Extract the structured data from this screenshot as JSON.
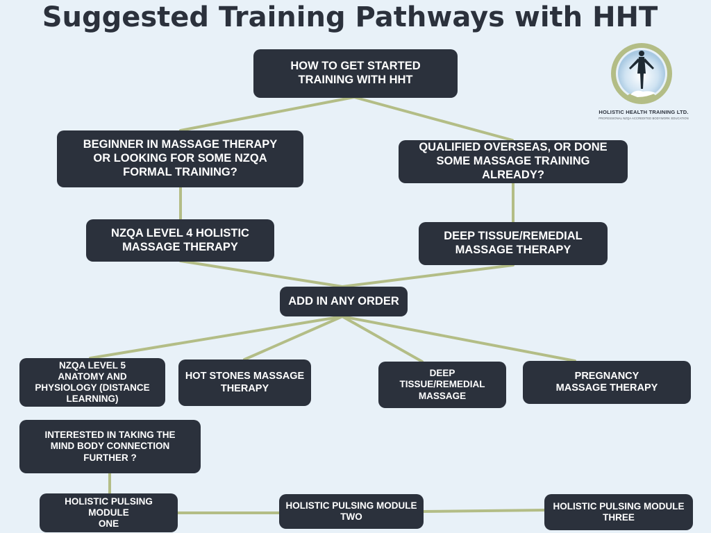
{
  "title": "Suggested Training Pathways with HHT",
  "logo": {
    "name": "HOLISTIC HEALTH TRAINING LTD.",
    "tagline": "PROFESSIONAL NZQA ACCREDITED BODYWORK EDUCATION"
  },
  "colors": {
    "background": "#e8f1f8",
    "box": "#2b313c",
    "connector": "#b3bd86",
    "logo_ring": "#b3bd86"
  },
  "nodes": {
    "start": "HOW TO GET STARTED\nTRAINING WITH HHT",
    "beginner": "BEGINNER IN MASSAGE THERAPY\nOR LOOKING FOR SOME NZQA\nFORMAL TRAINING?",
    "qualified": "QUALIFIED OVERSEAS, OR DONE\nSOME MASSAGE TRAINING ALREADY?",
    "level4": "NZQA LEVEL 4 HOLISTIC\nMASSAGE THERAPY",
    "deep_tissue_remedial": "DEEP TISSUE/REMEDIAL\nMASSAGE THERAPY",
    "add_any_order": "ADD IN ANY ORDER",
    "level5": "NZQA LEVEL 5\nANATOMY AND\nPHYSIOLOGY (DISTANCE\nLEARNING)",
    "hot_stones": "HOT STONES MASSAGE\nTHERAPY",
    "deep_tissue_short": "DEEP\nTISSUE/REMEDIAL\nMASSAGE",
    "pregnancy": "PREGNANCY\nMASSAGE THERAPY",
    "mind_body": "INTERESTED IN TAKING THE\nMIND BODY CONNECTION\nFURTHER ?",
    "pulsing_one": "HOLISTIC PULSING MODULE\nONE",
    "pulsing_two": "HOLISTIC PULSING MODULE\nTWO",
    "pulsing_three": "HOLISTIC PULSING MODULE\nTHREE"
  }
}
